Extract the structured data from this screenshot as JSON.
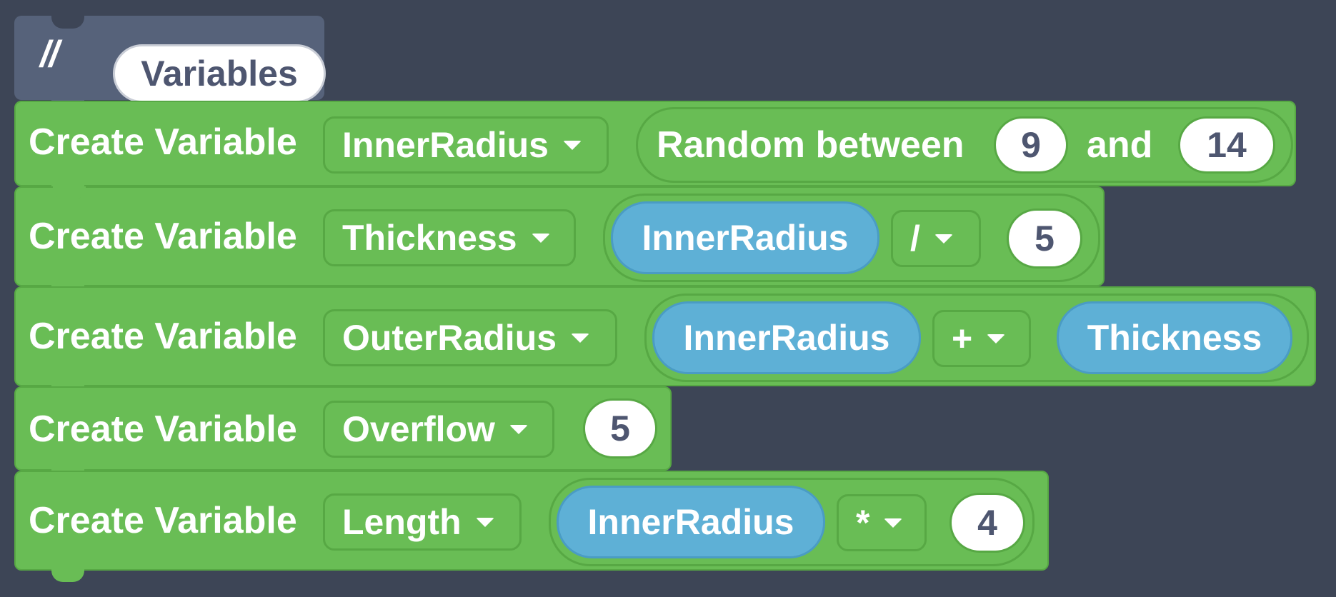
{
  "comment": {
    "prefix": "//",
    "text": "Variables"
  },
  "blocks": [
    {
      "label": "Create Variable",
      "variable": "InnerRadius",
      "value": {
        "label": "Random between",
        "min": "9",
        "joiner": "and",
        "max": "14"
      }
    },
    {
      "label": "Create Variable",
      "variable": "Thickness",
      "value": {
        "left": "InnerRadius",
        "operator": "/",
        "right": "5"
      }
    },
    {
      "label": "Create Variable",
      "variable": "OuterRadius",
      "value": {
        "left": "InnerRadius",
        "operator": "+",
        "right": "Thickness"
      }
    },
    {
      "label": "Create Variable",
      "variable": "Overflow",
      "value": {
        "number": "5"
      }
    },
    {
      "label": "Create Variable",
      "variable": "Length",
      "value": {
        "left": "InnerRadius",
        "operator": "*",
        "right": "4"
      }
    }
  ],
  "colors": {
    "background": "#3d4556",
    "comment_block": "#56627a",
    "variable_block": "#69bd55",
    "variable_reporter": "#5eb0d6",
    "number_text": "#4e5670"
  }
}
